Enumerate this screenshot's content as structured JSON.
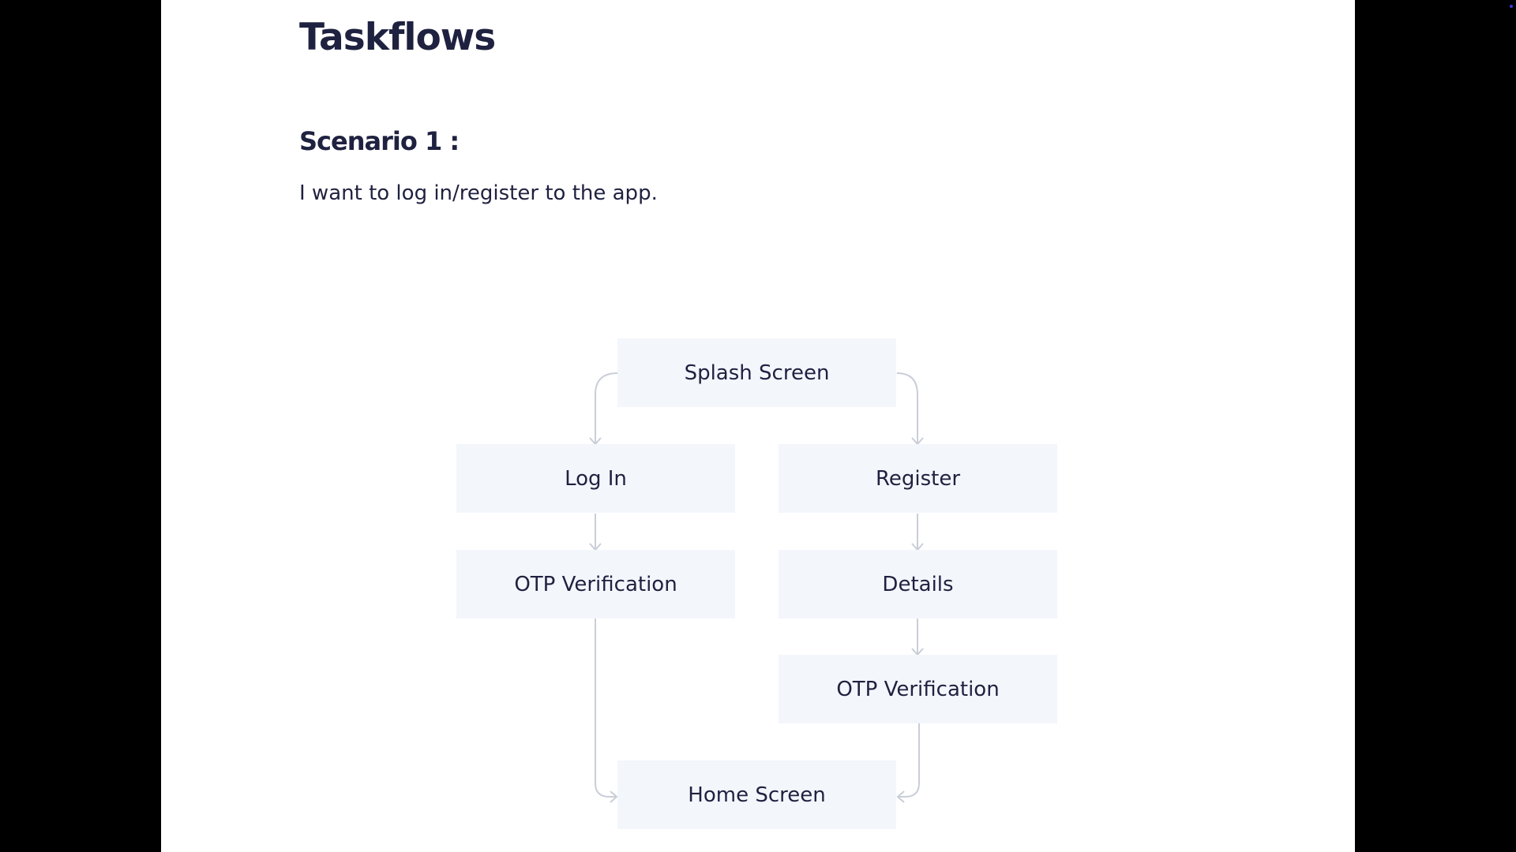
{
  "page": {
    "title": "Taskflows"
  },
  "scenario": {
    "heading": "Scenario 1 :",
    "description": "I want to log in/register to the app."
  },
  "flow": {
    "splash": "Splash Screen",
    "login": "Log In",
    "register": "Register",
    "otp_login": "OTP Verification",
    "details": "Details",
    "otp_register": "OTP Verification",
    "home": "Home Screen"
  },
  "colors": {
    "page_background": "#ffffff",
    "outer_background": "#000000",
    "node_fill": "#f3f6fb",
    "connector": "#c9ced9",
    "text": "#1f2140"
  }
}
